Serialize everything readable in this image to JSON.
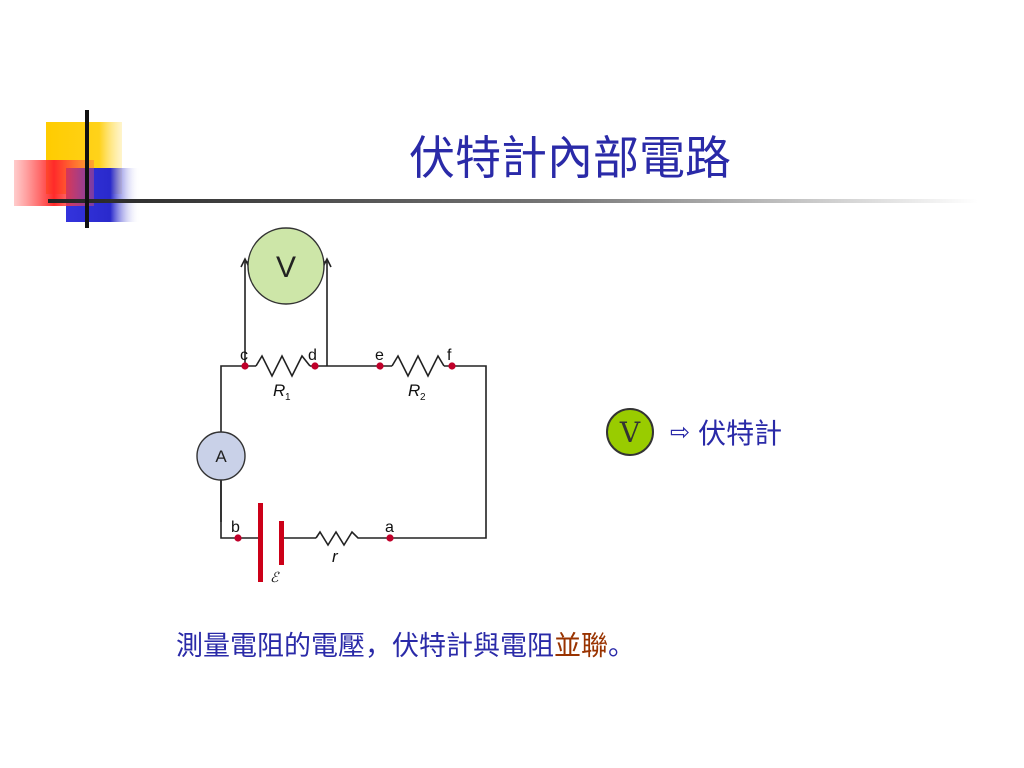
{
  "slide": {
    "title": "伏特計內部電路",
    "legend_symbol": "V",
    "legend_arrow": "⇨",
    "legend_text": "伏特計",
    "caption_main": "測量電阻的電壓，伏特計與電阻",
    "caption_highlight": "並聯",
    "caption_end": "。"
  },
  "circuit": {
    "voltmeter_label": "V",
    "ammeter_label": "A",
    "node_labels": {
      "c": "c",
      "d": "d",
      "e": "e",
      "f": "f",
      "b": "b",
      "a": "a"
    },
    "r1_label": "R",
    "r1_sub": "1",
    "r2_label": "R",
    "r2_sub": "2",
    "r_label": "r",
    "emf_label": "ℰ"
  },
  "colors": {
    "title_blue": "#2a2aa8",
    "meter_fill": "#cde6a8",
    "ammeter_fill": "#c9d1e8",
    "node_red": "#c0002a",
    "battery_red": "#cc0018",
    "highlight_brown": "#993300"
  }
}
